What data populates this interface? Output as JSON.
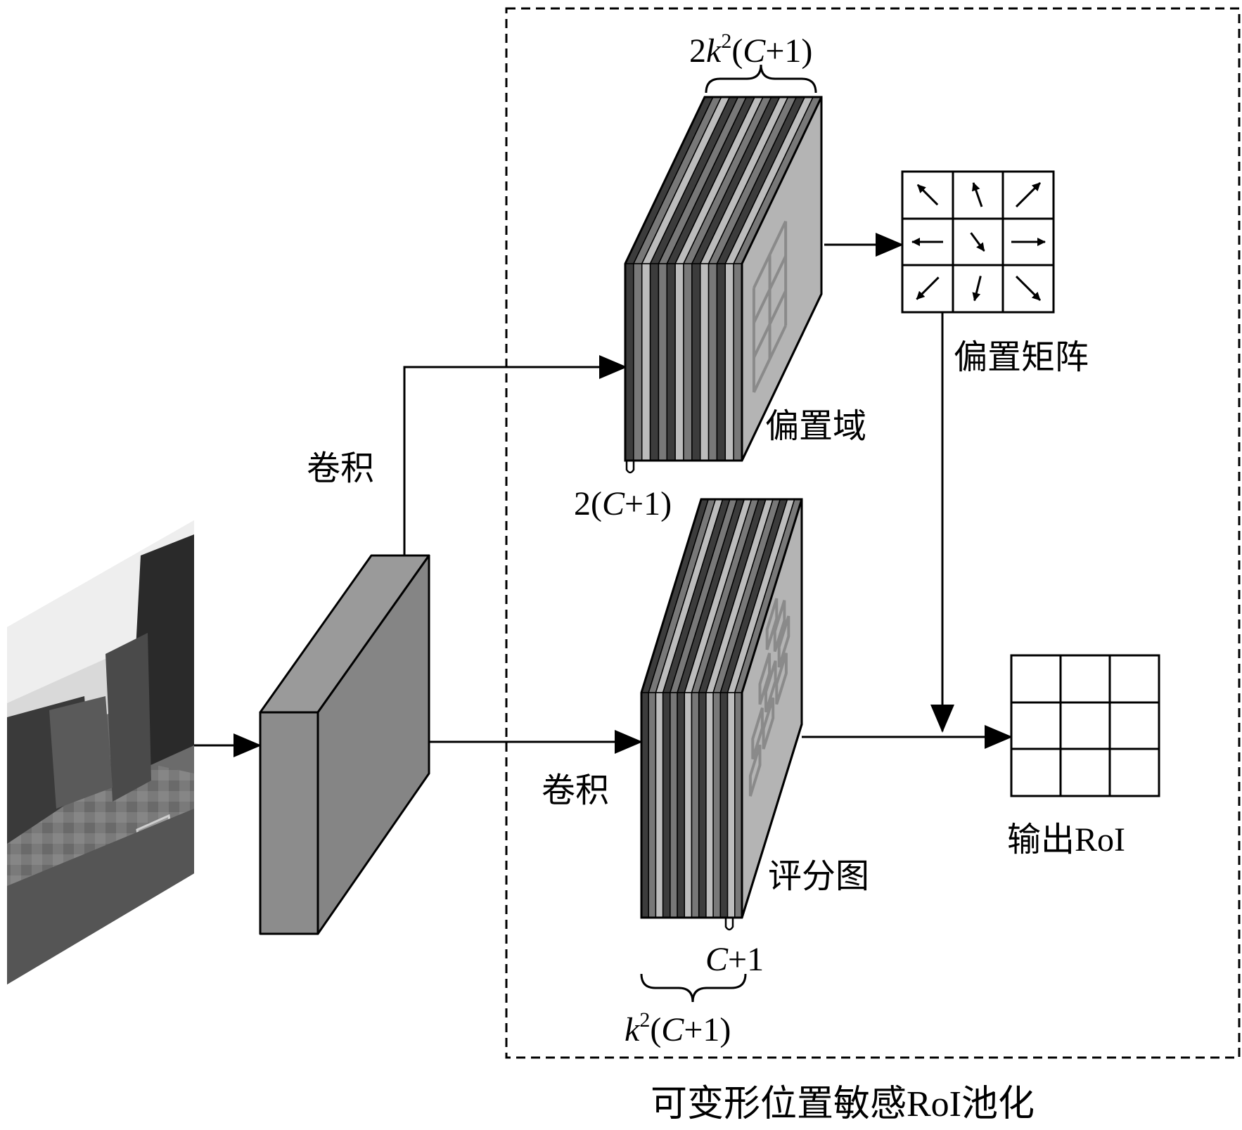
{
  "caption": "可变形位置敏感RoI池化",
  "labels": {
    "conv_upper": "卷积",
    "conv_lower": "卷积",
    "offset_field": "偏置域",
    "offset_matrix": "偏置矩阵",
    "score_map": "评分图",
    "output_roi": "输出RoI"
  },
  "dims": {
    "offset_top": {
      "prefix": "2",
      "var": "k",
      "exp": "2",
      "open": "(",
      "c": "C",
      "rest": "+1)"
    },
    "offset_side": {
      "prefix": "2(",
      "c": "C",
      "rest": "+1)"
    },
    "score_side": {
      "c": "C",
      "rest": "+1"
    },
    "score_bottom": {
      "var": "k",
      "exp": "2",
      "open": "(",
      "c": "C",
      "rest": "+1)"
    }
  },
  "colors": {
    "block": "#8c8c8c",
    "map_face": "#b4b4b4",
    "stripe_dark": "#3c3c3c",
    "stripe_mid": "#787878",
    "stripe_light": "#bcbcbc",
    "grid": "#8a8a8a",
    "line": "#000000"
  },
  "offset_arrows": [
    "↖",
    "↑",
    "↗",
    "←",
    "↘",
    "→",
    "↙",
    "↓",
    "↘"
  ]
}
